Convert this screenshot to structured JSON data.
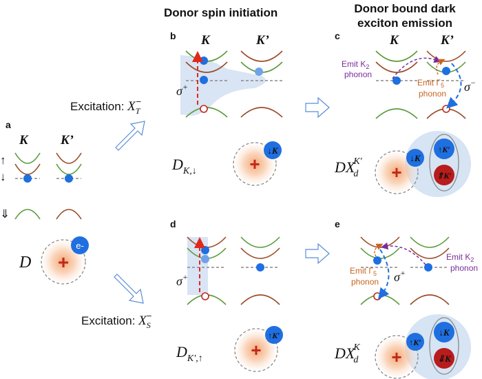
{
  "headers": {
    "spin_init": "Donor spin initiation",
    "dark_emission_l1": "Donor bound dark",
    "dark_emission_l2": "exciton emission"
  },
  "panels": {
    "a": "a",
    "b": "b",
    "c": "c",
    "d": "d",
    "e": "e"
  },
  "valleys": {
    "K": "K",
    "Kp": "K’"
  },
  "spin_symbols": {
    "up": "↑",
    "down": "↓",
    "hole_down": "⇓"
  },
  "excitations": {
    "triplet_prefix": "Excitation: ",
    "triplet_X": "X",
    "triplet_sub": "T",
    "triplet_sup": "−",
    "singlet_prefix": "Excitation: ",
    "singlet_X": "X",
    "singlet_sub": "S",
    "singlet_sup": "−"
  },
  "donor": {
    "label": "D",
    "electron": "e-",
    "plus": "+"
  },
  "states": {
    "D_down_main": "D",
    "D_down_sub": "K,↓",
    "D_up_main": "D",
    "D_up_sub": "K′,↑",
    "DX_top_main": "DX",
    "DX_top_sub": "d",
    "DX_top_sup": "K′",
    "DX_bot_main": "DX",
    "DX_bot_sub": "d",
    "DX_bot_sup": "K"
  },
  "polarization": {
    "plus": "σ",
    "plus_sup": "+",
    "minus": "σ",
    "minus_sup": "−"
  },
  "phonons": {
    "emit_K2_l1": "Emit K",
    "emit_K2_sub": "2",
    "emit_K2_l2": "phonon",
    "emit_G5_l1": "Emit Γ",
    "emit_G5_sub": "5",
    "emit_G5_l2": "phonon"
  },
  "badges": {
    "down_K": "↓K",
    "up_Kp": "↑K′",
    "hole_up_Kp": "⇑K′",
    "down_K_e": "↓K",
    "hole_down_K": "⇓K",
    "up_Kp_e": "↑K′"
  },
  "colors": {
    "electron_blue": "#1f6fe0",
    "hole_red": "#c0281c",
    "phonon_purple": "#7a2c9a",
    "phonon_orange": "#c8641e",
    "green_band": "#5a9a3a",
    "brown_band": "#9b4a25"
  }
}
